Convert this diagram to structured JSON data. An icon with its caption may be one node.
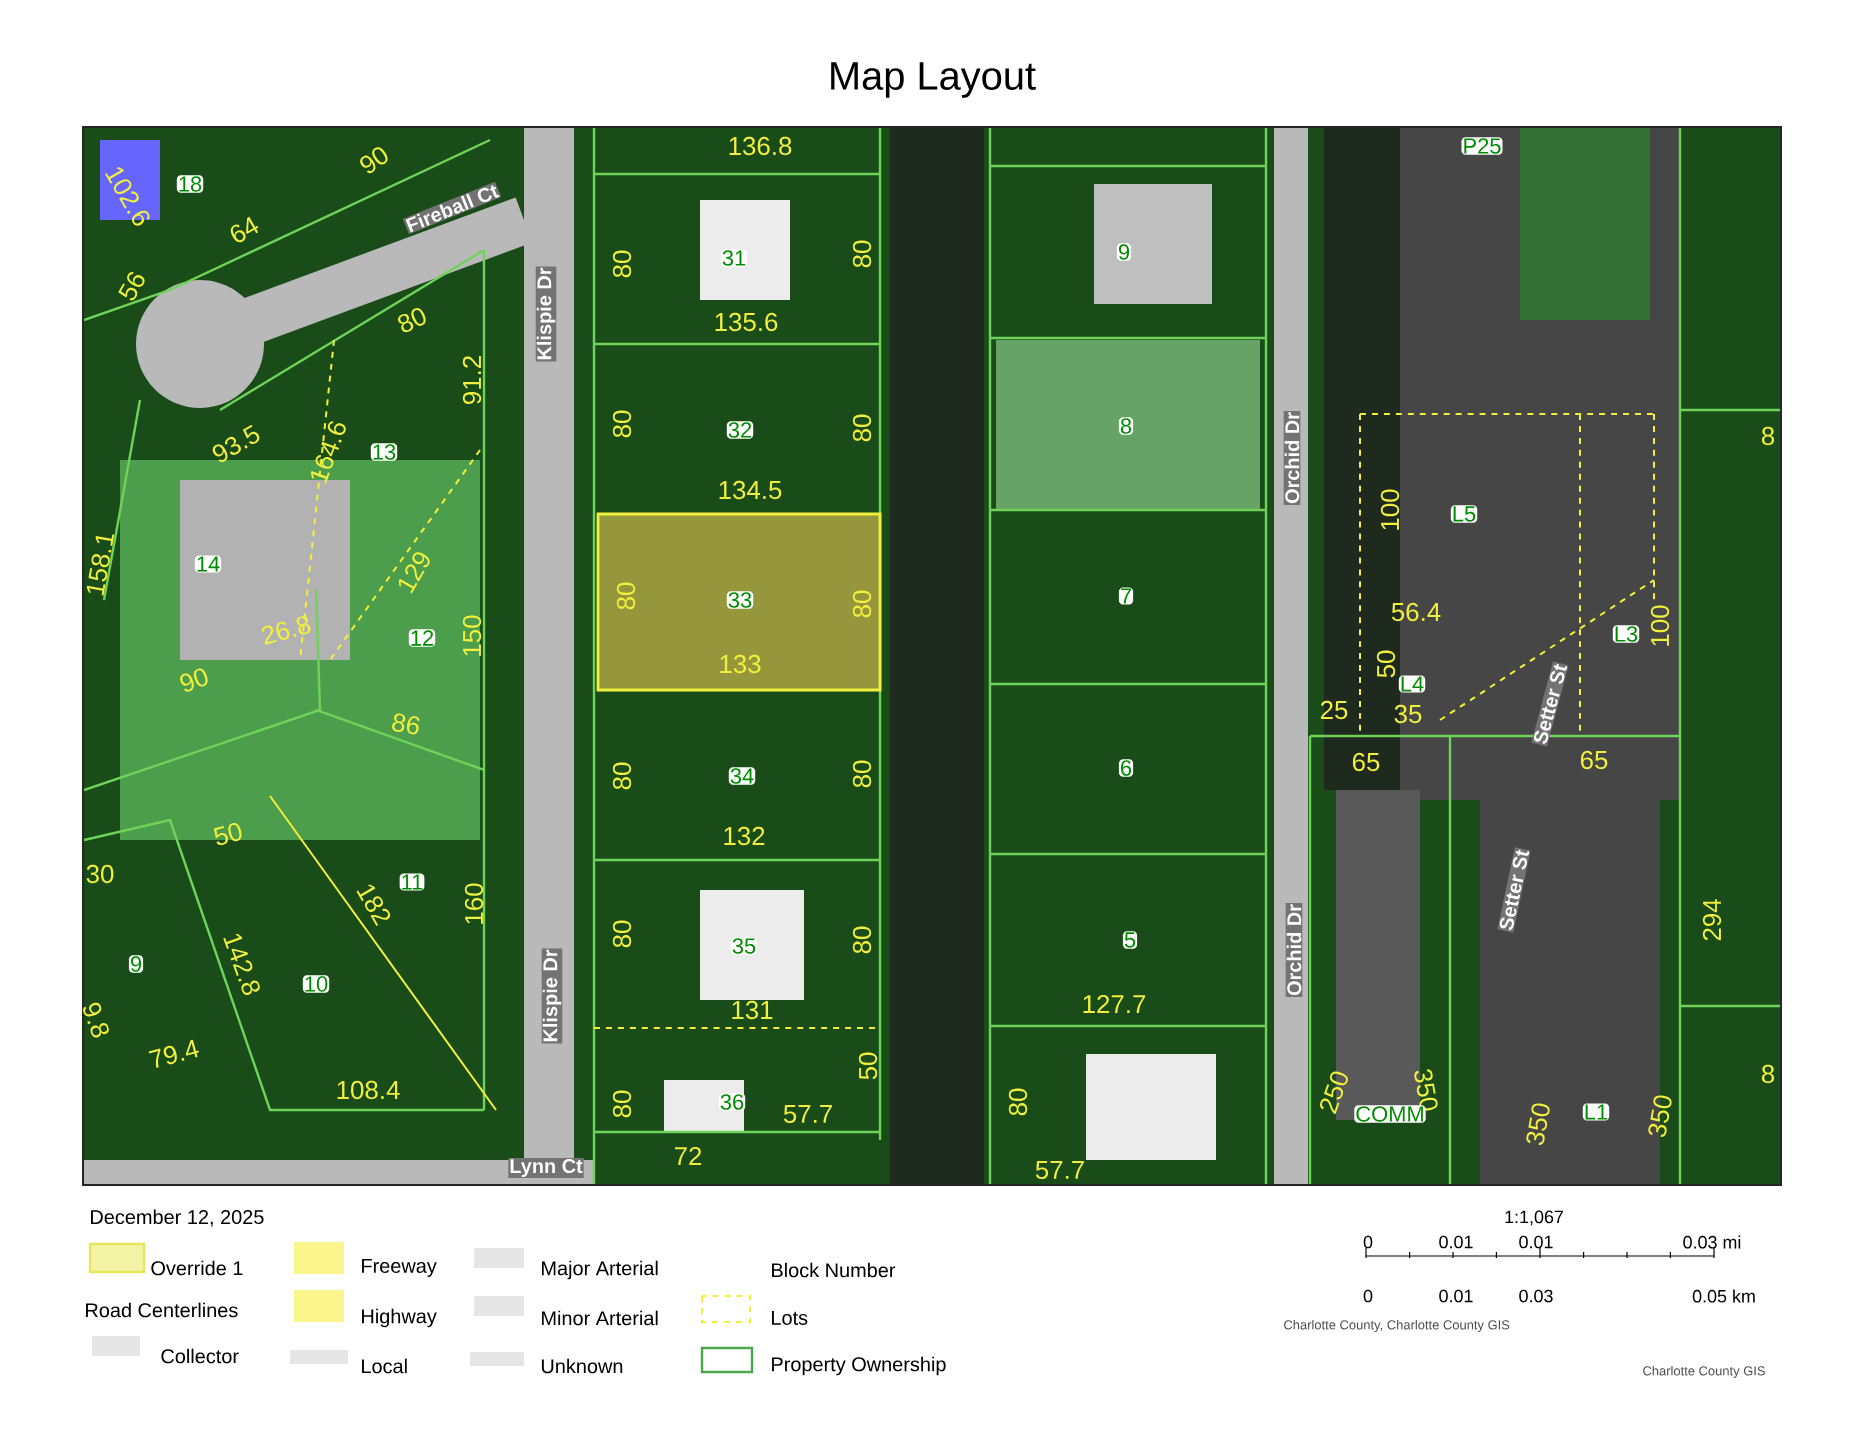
{
  "diagram": {
    "title": "Map Layout",
    "labels": [
      "136.8",
      "90",
      "18",
      "102.6",
      "Fireball Ct",
      "64",
      "31",
      "80",
      "80",
      "56",
      "Klispie Dr",
      "80",
      "135.6",
      "91.2",
      "80",
      "32",
      "80",
      "93.5",
      "164.6",
      "13",
      "134.5",
      "158.1",
      "14",
      "129",
      "80",
      "33",
      "80",
      "26.8",
      "12",
      "150",
      "133",
      "P25",
      "9",
      "8",
      "8",
      "Orchid Dr",
      "100",
      "L5",
      "7",
      "56.4",
      "L3",
      "100",
      "90",
      "50",
      "L4",
      "Setter St",
      "25",
      "35",
      "86",
      "6",
      "65",
      "65",
      "80",
      "34",
      "80",
      "50",
      "132",
      "30",
      "11",
      "182",
      "160",
      "Setter St",
      "294",
      "80",
      "35",
      "80",
      "5",
      "Orchid Dr",
      "9",
      "142.8",
      "10",
      "Klispie Dr",
      "9.8",
      "131",
      "127.7",
      "79.4",
      "50",
      "8",
      "108.4",
      "250",
      "80",
      "350",
      "80",
      "36",
      "COMM",
      "L1",
      "350",
      "350",
      "57.7",
      "72",
      "Lynn Ct",
      "57.7",
      "December 12, 2025",
      "1:1,067",
      "0",
      "0.01",
      "0.01",
      "0.03 mi",
      "0",
      "0.01",
      "0.03",
      "0.05 km",
      "Charlotte County, Charlotte County GIS",
      "Charlotte County GIS"
    ],
    "legend": [
      {
        "text": "Override 1",
        "color": "#f3f3a6"
      },
      {
        "text": "Freeway",
        "color": "#faf68c"
      },
      {
        "text": "Major Arterial",
        "color": "#e6e6e6"
      },
      {
        "text": "Block Number"
      },
      {
        "text": "Road Centerlines"
      },
      {
        "text": "Highway",
        "color": "#faf68c"
      },
      {
        "text": "Minor Arterial",
        "color": "#e6e6e6"
      },
      {
        "text": "Lots"
      },
      {
        "text": "Collector",
        "color": "#e6e6e6"
      },
      {
        "text": "Local",
        "color": "#e6e6e6"
      },
      {
        "text": "Unknown",
        "color": "#e6e6e6"
      },
      {
        "text": "Property Ownership"
      }
    ]
  }
}
